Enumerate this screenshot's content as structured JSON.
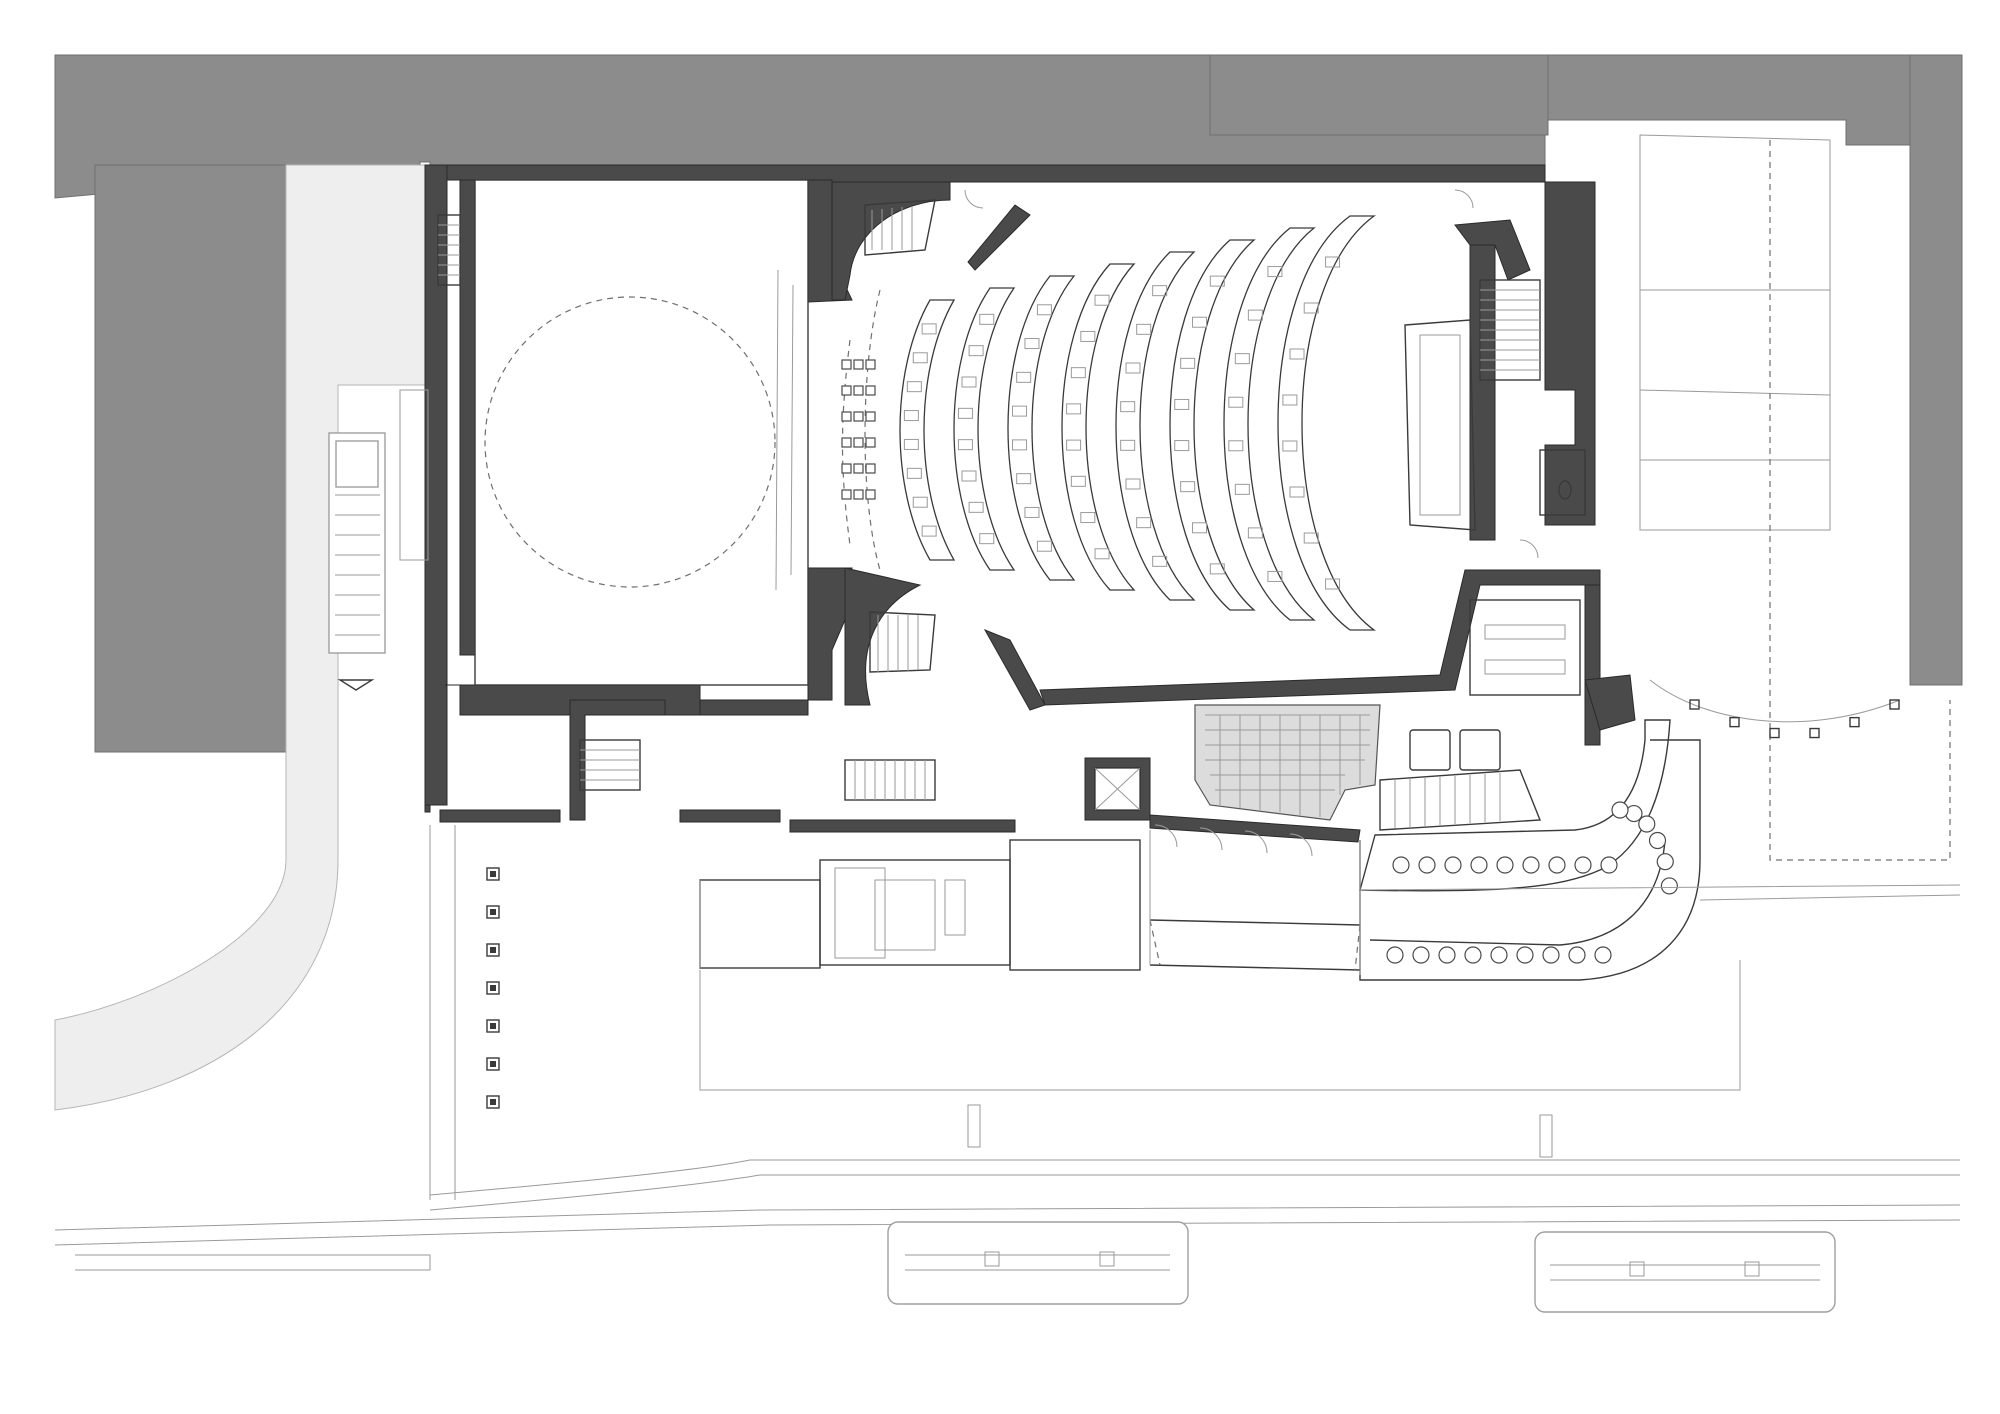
{
  "drawing": {
    "kind": "architectural ground floor plan",
    "printed_text": [],
    "colors": {
      "neighbouring_buildings": "#8c8c8c",
      "structural_walls": "#4a4a4a",
      "paving": "#eeeeee",
      "linework": "#3a3a3a",
      "background": "#ffffff"
    },
    "auditorium_seat_rows": 8,
    "vehicles_on_street": 2,
    "bollards_along_forecourt": 7,
    "icons": [
      "stage-turntable",
      "staircase",
      "lift",
      "truck",
      "bus",
      "cafe-table"
    ]
  }
}
